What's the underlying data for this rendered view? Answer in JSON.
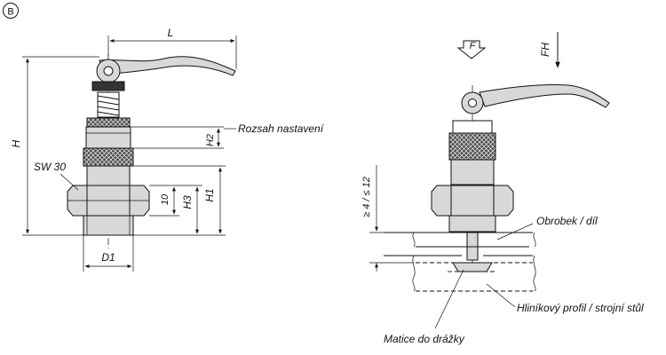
{
  "variant_marker": "B",
  "left_view": {
    "dim_L": "L",
    "dim_H": "H",
    "dim_H1": "H1",
    "dim_H2": "H2",
    "dim_H3": "H3",
    "dim_10": "10",
    "dim_D1": "D1",
    "wrench_size": "SW 30",
    "range_label": "Rozsah nastavení"
  },
  "right_view": {
    "force_F": "F",
    "force_FH": "FH",
    "thickness_dim": "≥ 4 / ≤ 12",
    "workpiece_label": "Obrobek / díl",
    "profile_label": "Hliníkový profil / strojní stůl",
    "nut_label": "Matice do drážky"
  }
}
